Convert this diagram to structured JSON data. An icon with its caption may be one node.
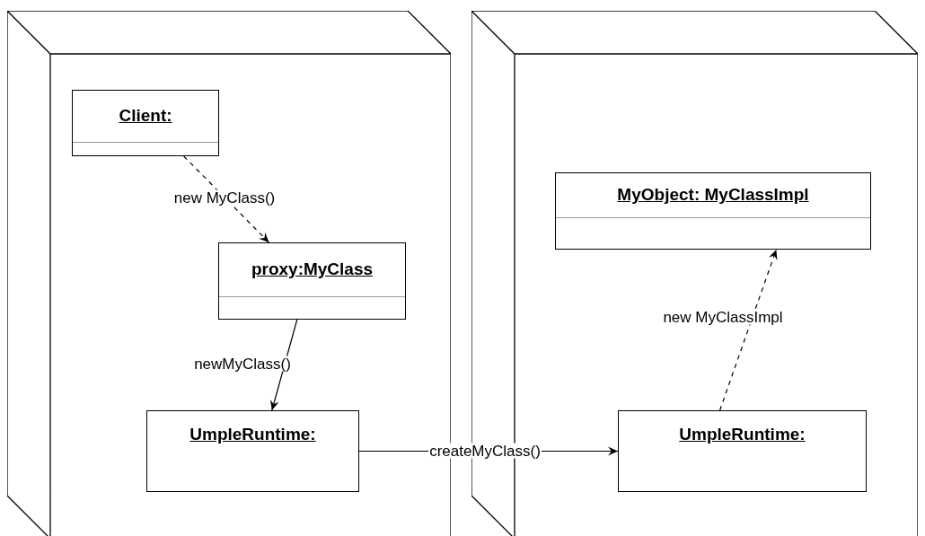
{
  "diagram": {
    "nodes": [
      {
        "text": [],
        "shape": "box"
      },
      {
        "text": [
          "Client:"
        ],
        "in": 0
      },
      {
        "text": [
          "proxy:MyClass"
        ],
        "in": 0
      },
      {
        "text": [
          "UmpleRuntime:"
        ],
        "in": 0
      },
      {
        "text": [],
        "shape": "box"
      },
      {
        "text": [
          "MyObject: MyClassImpl"
        ],
        "in": 4
      },
      {
        "text": [
          "UmpleRuntime:"
        ],
        "in": 4
      }
    ],
    "edges": [
      {
        "from": 1,
        "to": 2,
        "arrow": "to",
        "label": "new MyClass()",
        "style": "dashed"
      },
      {
        "from": 2,
        "to": 3,
        "arrow": "to",
        "label": "newMyClass()"
      },
      {
        "from": 3,
        "to": 6,
        "arrow": "to",
        "label": "createMyClass()"
      },
      {
        "from": 6,
        "to": 5,
        "arrow": "to",
        "label": "new MyClassImpl",
        "style": "dashed"
      }
    ]
  }
}
